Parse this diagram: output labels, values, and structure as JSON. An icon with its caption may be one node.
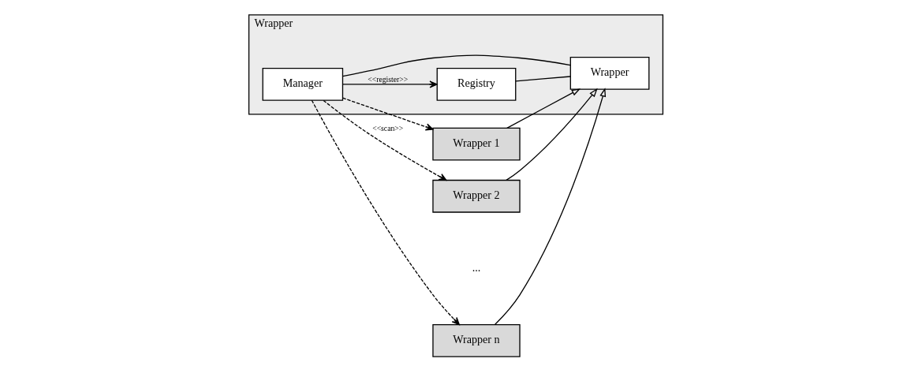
{
  "diagram": {
    "nodes": [
      {
        "text": [
          "Wrapper"
        ]
      },
      {
        "text": [
          "Registry"
        ],
        "in": 0
      },
      {
        "text": [
          "Manager"
        ],
        "in": 0
      },
      {
        "text": [
          "Wrapper"
        ],
        "in": 0
      },
      {
        "text": [
          "Wrapper 1"
        ]
      },
      {
        "text": [
          "Wrapper 2"
        ]
      },
      {
        "text": [
          "Wrapper n"
        ]
      }
    ],
    "edges": [
      {
        "from": 2,
        "to": 1,
        "arrow": "to",
        "label": "<<register>>"
      },
      {
        "from": 1,
        "to": 3,
        "arrow": "none"
      },
      {
        "from": 2,
        "to": 3,
        "arrow": "none"
      },
      {
        "from": 2,
        "to": 4,
        "arrow": "to",
        "style": "dashed"
      },
      {
        "from": 2,
        "to": 5,
        "arrow": "to",
        "style": "dashed",
        "label": "<<scan>>"
      },
      {
        "from": 2,
        "to": 6,
        "arrow": "to",
        "style": "dashed"
      },
      {
        "from": 4,
        "to": 3,
        "arrow": "to"
      },
      {
        "from": 5,
        "to": 3,
        "arrow": "to"
      },
      {
        "from": 6,
        "to": 3,
        "arrow": "to"
      }
    ],
    "labels": [
      "..."
    ]
  }
}
